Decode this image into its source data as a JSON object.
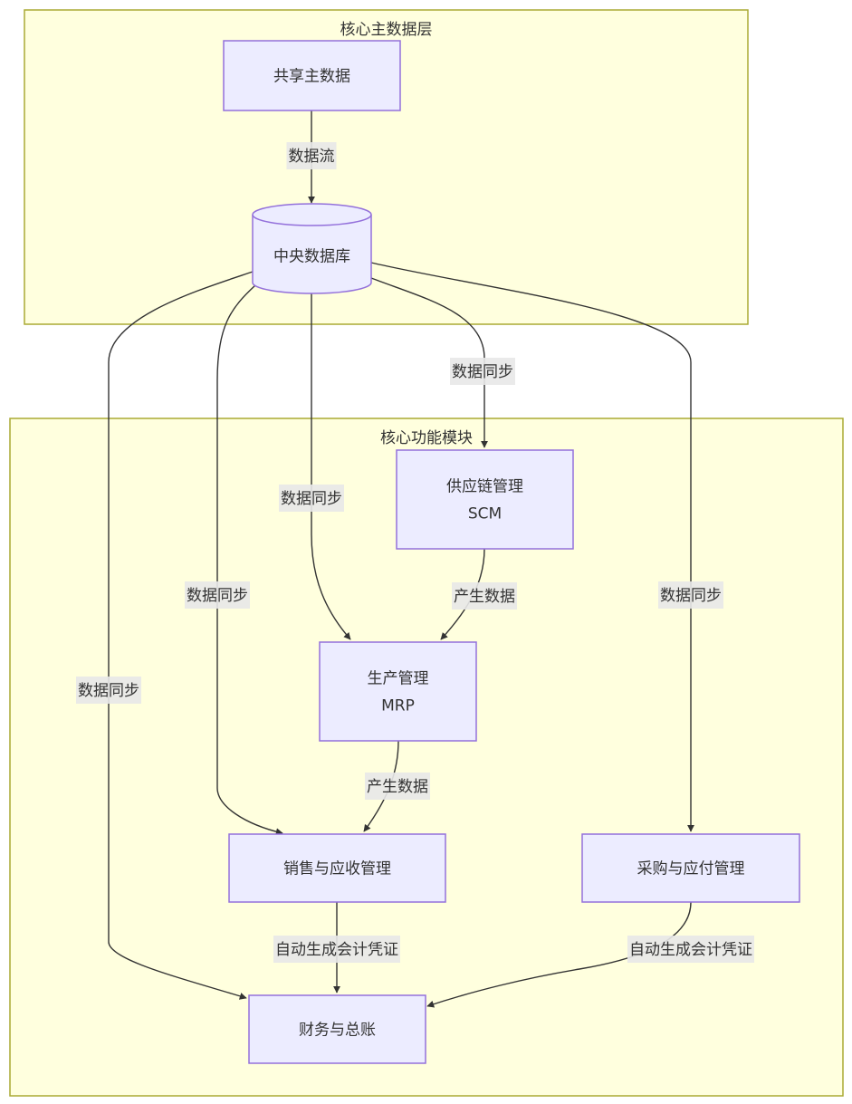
{
  "diagram": {
    "type": "flowchart",
    "colors": {
      "cluster_fill": "#ffffde",
      "cluster_stroke": "#aaaa33",
      "node_fill": "#ececff",
      "node_stroke": "#9370db",
      "edge": "#333333",
      "edge_label_bg": "#e8e8e8"
    },
    "clusters": [
      {
        "id": "core_master",
        "title": "核心主数据层"
      },
      {
        "id": "core_modules",
        "title": "核心功能模块"
      }
    ],
    "nodes": [
      {
        "id": "shared",
        "cluster": "core_master",
        "shape": "rect",
        "lines": [
          "共享主数据"
        ]
      },
      {
        "id": "db",
        "cluster": "core_master",
        "shape": "cylinder",
        "lines": [
          "中央数据库"
        ]
      },
      {
        "id": "scm",
        "cluster": "core_modules",
        "shape": "rect",
        "lines": [
          "供应链管理",
          "SCM"
        ]
      },
      {
        "id": "mrp",
        "cluster": "core_modules",
        "shape": "rect",
        "lines": [
          "生产管理",
          "MRP"
        ]
      },
      {
        "id": "sales",
        "cluster": "core_modules",
        "shape": "rect",
        "lines": [
          "销售与应收管理"
        ]
      },
      {
        "id": "purchase",
        "cluster": "core_modules",
        "shape": "rect",
        "lines": [
          "采购与应付管理"
        ]
      },
      {
        "id": "finance",
        "cluster": "core_modules",
        "shape": "rect",
        "lines": [
          "财务与总账"
        ]
      }
    ],
    "edges": [
      {
        "from": "shared",
        "to": "db",
        "label": "数据流"
      },
      {
        "from": "db",
        "to": "scm",
        "label": "数据同步"
      },
      {
        "from": "db",
        "to": "mrp",
        "label": "数据同步"
      },
      {
        "from": "db",
        "to": "sales",
        "label": "数据同步"
      },
      {
        "from": "db",
        "to": "purchase",
        "label": "数据同步"
      },
      {
        "from": "db",
        "to": "finance",
        "label": "数据同步"
      },
      {
        "from": "scm",
        "to": "mrp",
        "label": "产生数据"
      },
      {
        "from": "mrp",
        "to": "sales",
        "label": "产生数据"
      },
      {
        "from": "sales",
        "to": "finance",
        "label": "自动生成会计凭证"
      },
      {
        "from": "purchase",
        "to": "finance",
        "label": "自动生成会计凭证"
      }
    ]
  }
}
